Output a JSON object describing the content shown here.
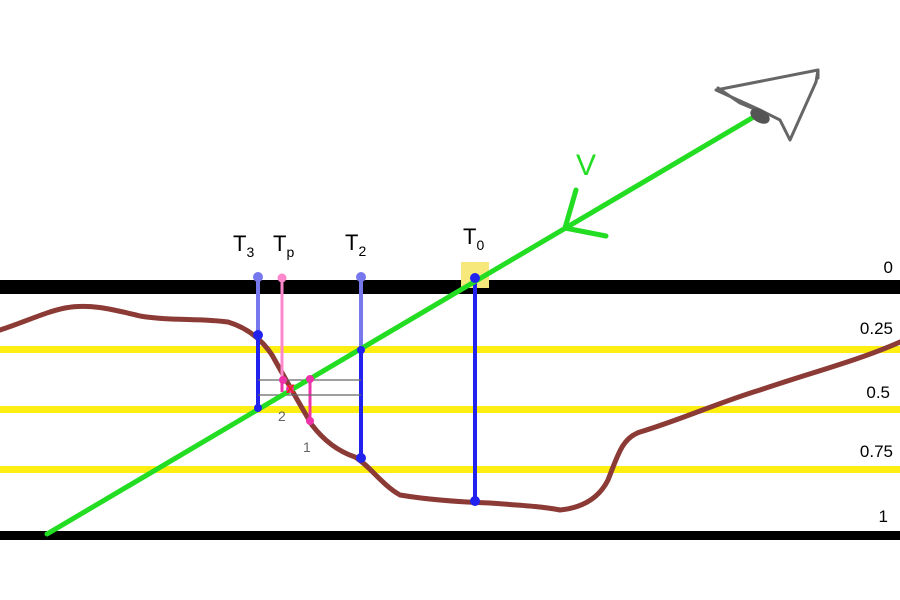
{
  "diagram": {
    "depth_labels": [
      "0",
      "0.25",
      "0.5",
      "0.75",
      "1"
    ],
    "view_vector_label": "V",
    "texture_samples": [
      {
        "name": "T",
        "sub": "3"
      },
      {
        "name": "T",
        "sub": "p"
      },
      {
        "name": "T",
        "sub": "2"
      },
      {
        "name": "T",
        "sub": "0"
      }
    ],
    "step_labels": [
      "2",
      "1"
    ],
    "intersection_mark": "x",
    "colors": {
      "depth_layer": "#ffee11",
      "boundary": "#000000",
      "view_ray": "#22dd22",
      "heightfield": "#8b3a35",
      "sample_line": "#2222ee",
      "sample_line_faded": "#7777ee",
      "parallax_line": "#ee33aa",
      "parallax_line_faded": "#ff88cc",
      "highlight": "#f6e87a"
    }
  }
}
